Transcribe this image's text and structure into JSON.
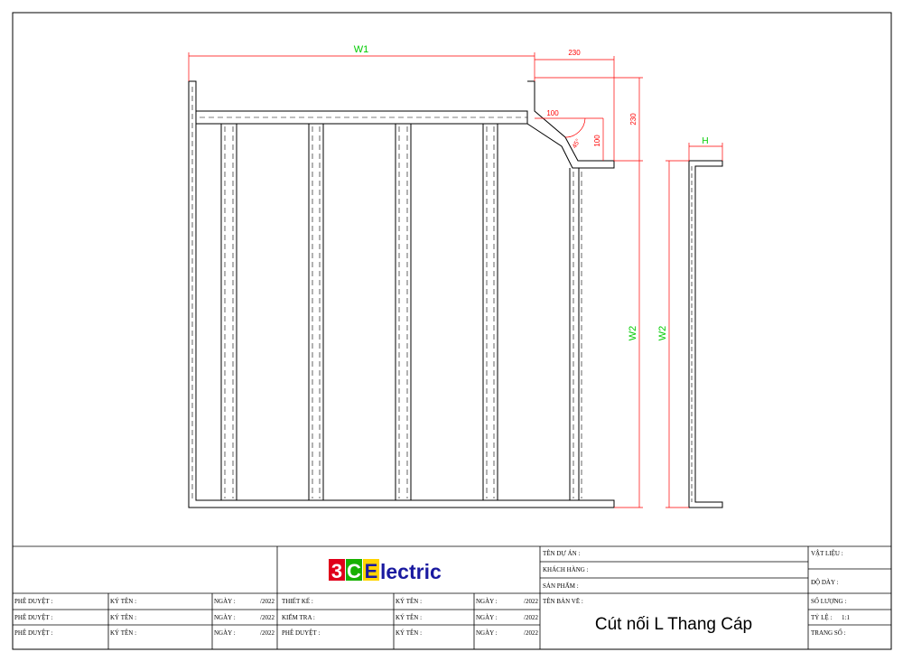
{
  "drawing": {
    "dimensions": {
      "w1": "W1",
      "w2_main": "W2",
      "w2_side": "W2",
      "h": "H",
      "d230_top": "230",
      "d230_right": "230",
      "d100_h": "100",
      "d100_v": "100",
      "angle": "45°"
    },
    "colors": {
      "dimension_line": "#ff0000",
      "dimension_label": "#00cc00",
      "outline": "#000000"
    }
  },
  "title_block": {
    "logo": {
      "num3": "3",
      "c": "C",
      "e": "E",
      "rest": "lectric",
      "colors": {
        "red": "#e0001a",
        "green": "#17b000",
        "yellow": "#ffd400",
        "blue": "#1a1aa0"
      }
    },
    "approval_rows": [
      {
        "role": "PHÊ DUYỆT :",
        "sign": "KÝ TÊN :",
        "date": "NGÀY :",
        "year": "/2022"
      },
      {
        "role": "PHÊ DUYỆT :",
        "sign": "KÝ TÊN :",
        "date": "NGÀY :",
        "year": "/2022"
      },
      {
        "role": "PHÊ DUYỆT :",
        "sign": "KÝ TÊN :",
        "date": "NGÀY :",
        "year": "/2022"
      }
    ],
    "design_rows": [
      {
        "role": "THIẾT KẾ :",
        "sign": "KÝ TÊN :",
        "date": "NGÀY :",
        "year": "/2022"
      },
      {
        "role": "KIỂM TRA :",
        "sign": "KÝ TÊN :",
        "date": "NGÀY :",
        "year": "/2022"
      },
      {
        "role": "PHÊ DUYỆT :",
        "sign": "KÝ TÊN :",
        "date": "NGÀY :",
        "year": "/2022"
      }
    ],
    "project": "TÊN DỰ ÁN :",
    "customer": "KHÁCH HÀNG :",
    "product": "SẢN PHẨM :",
    "drawing_name_label": "TÊN BẢN VẼ :",
    "drawing_name": "Cút nối L Thang Cáp",
    "material": "VẬT LIỆU :",
    "thickness": "ĐỘ DÀY :",
    "quantity": "SỐ LƯỢNG :",
    "scale_label": "TỶ LỆ :",
    "scale_value": "1:1",
    "page": "TRANG SỐ :"
  }
}
